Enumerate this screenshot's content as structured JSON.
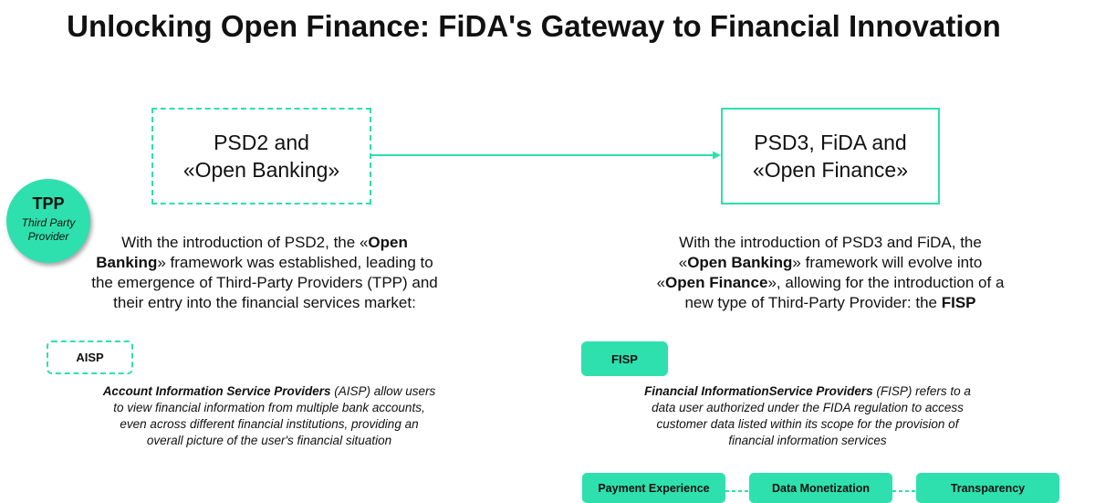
{
  "title": "Unlocking Open Finance: FiDA's Gateway to Financial Innovation",
  "left_box": {
    "line1": "PSD2 and",
    "line2": "«Open Banking»"
  },
  "right_box": {
    "line1": "PSD3, FiDA and",
    "line2": "«Open Finance»"
  },
  "tpp": {
    "label": "TPP",
    "sub_line1": "Third Party",
    "sub_line2": "Provider"
  },
  "left_para": {
    "l1_a": "With the introduction of PSD2, the «",
    "l1_b": "Open",
    "l2_a": "Banking",
    "l2_b": "» framework was established, leading to",
    "l3": "the emergence of Third-Party Providers (TPP) and",
    "l4": "their entry into the financial services market:"
  },
  "right_para": {
    "l1": "With the introduction of PSD3 and FiDA, the",
    "l2_a": "«",
    "l2_b": "Open Banking",
    "l2_c": "» framework will evolve into",
    "l3_a": "«",
    "l3_b": "Open Finance",
    "l3_c": "», allowing for the introduction of a",
    "l4_a": "new type of Third-Party Provider: the ",
    "l4_b": "FISP"
  },
  "aisp": {
    "label": "AISP",
    "desc_bold": "Account Information Service Providers",
    "desc_l1_rest": " (AISP) allow users",
    "desc_l2": "to view financial information from multiple bank accounts,",
    "desc_l3": "even across different financial institutions, providing an",
    "desc_l4": "overall picture of the user's financial situation"
  },
  "fisp": {
    "label": "FISP",
    "desc_bold": "Financial InformationService Providers",
    "desc_l1_rest": " (FISP) refers to a",
    "desc_l2": "data user authorized under the FIDA regulation to access",
    "desc_l3": "customer data listed within its scope for the provision of",
    "desc_l4": "financial information services"
  },
  "benefits": [
    "Payment Experience",
    "Data Monetization",
    "Transparency"
  ],
  "colors": {
    "accent": "#2ee0ad",
    "text": "#111111"
  }
}
